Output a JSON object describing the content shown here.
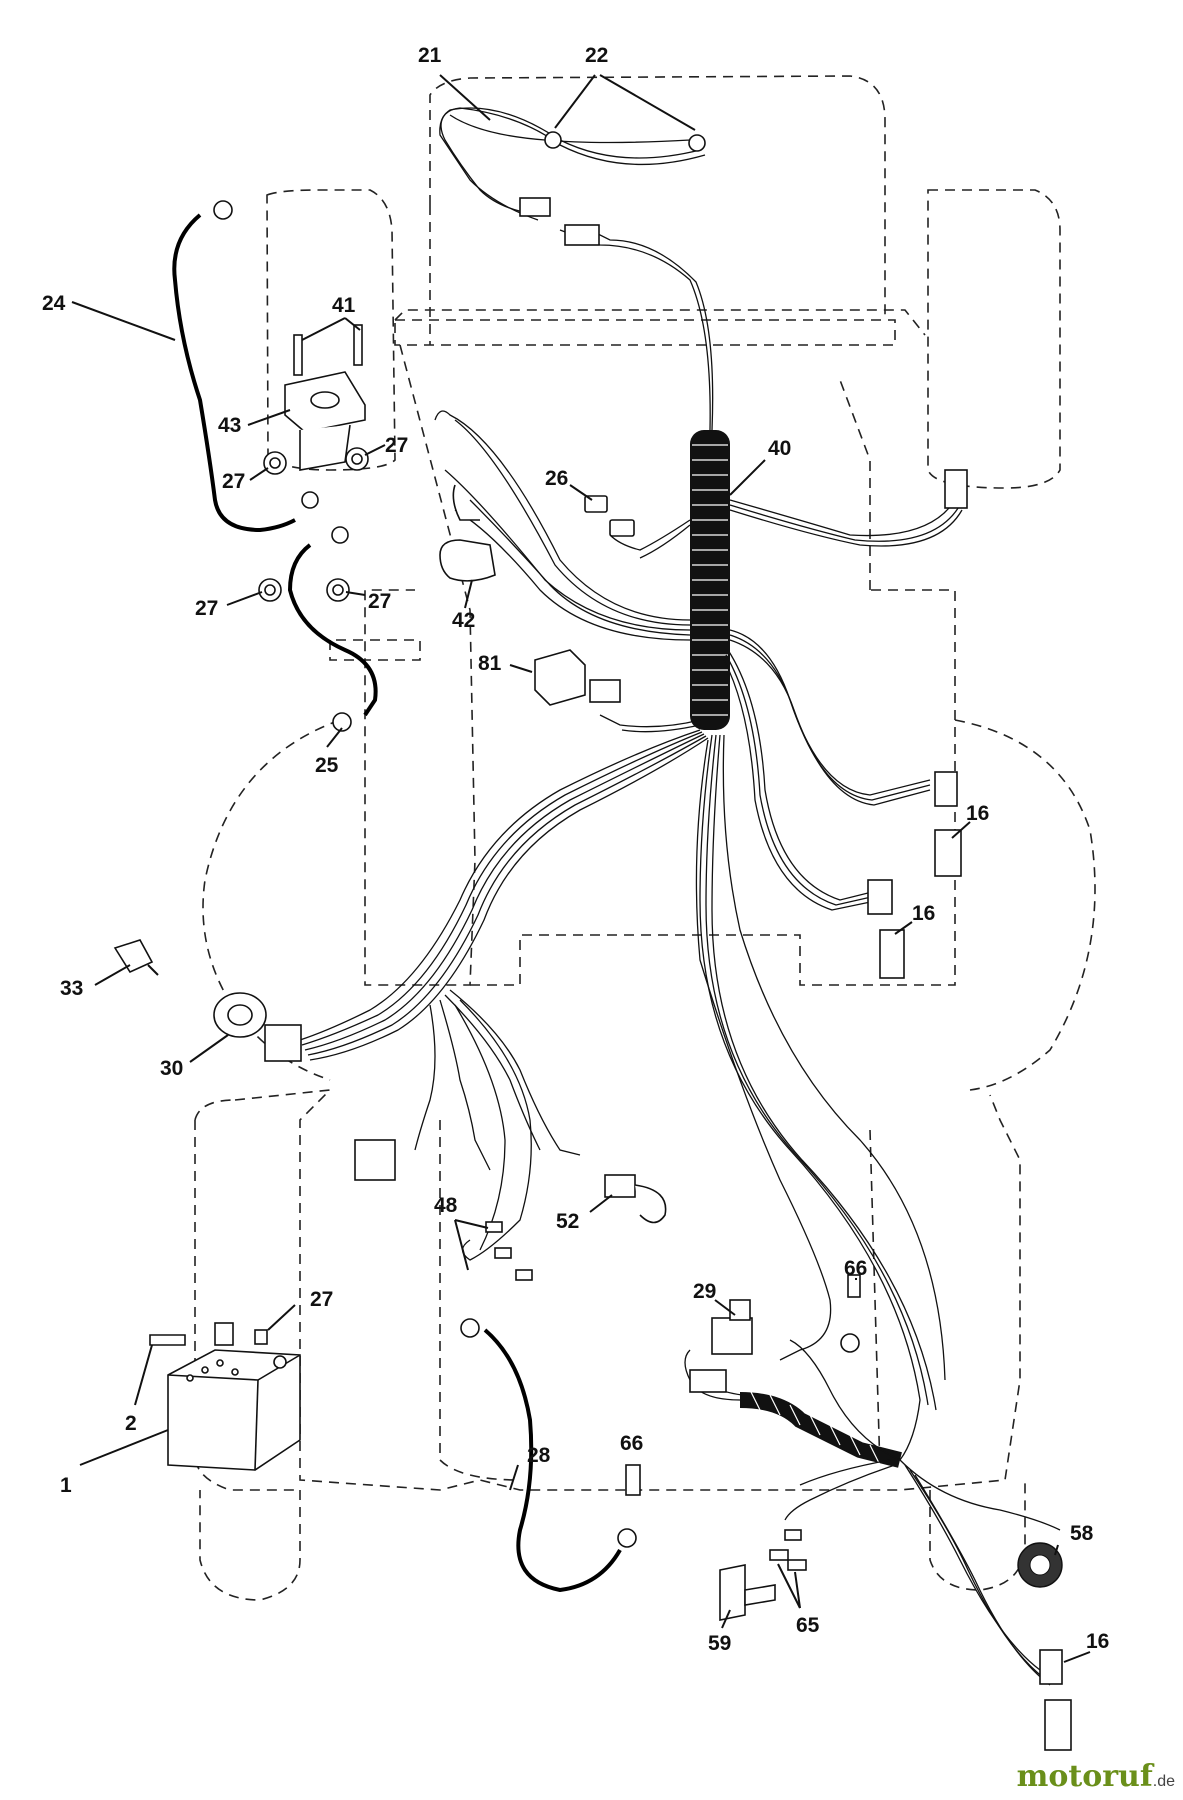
{
  "diagram": {
    "callouts": [
      "21",
      "22",
      "24",
      "41",
      "43",
      "27",
      "27",
      "27",
      "27",
      "40",
      "26",
      "42",
      "81",
      "25",
      "16",
      "16",
      "33",
      "30",
      "48",
      "52",
      "29",
      "66",
      "27",
      "2",
      "1",
      "28",
      "66",
      "58",
      "65",
      "59",
      "16"
    ],
    "watermark": {
      "brand": "motoruf",
      "tld": ".de"
    }
  }
}
